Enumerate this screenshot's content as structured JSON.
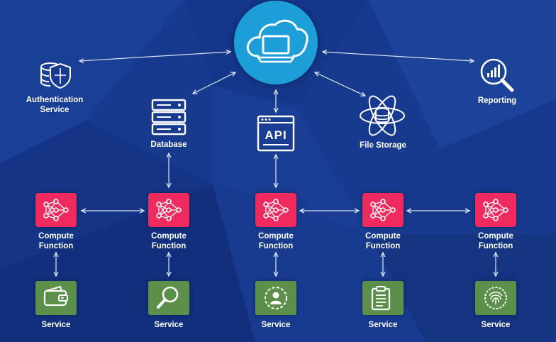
{
  "colors": {
    "background": "#173a8e",
    "cloud_circle": "#1e9ed9",
    "compute_box": "#ee2a5f",
    "service_box": "#5b8f4a",
    "connector": "#dfe6f2"
  },
  "top": {
    "cloud_icon": "cloud-laptop-icon"
  },
  "nodes": {
    "auth": {
      "label": "Authentication\nService",
      "icon": "shield-database-icon"
    },
    "database": {
      "label": "Database",
      "icon": "server-rack-icon"
    },
    "api": {
      "label": "API",
      "icon": "api-window-icon"
    },
    "file_storage": {
      "label": "File Storage",
      "icon": "atom-database-icon"
    },
    "reporting": {
      "label": "Reporting",
      "icon": "magnifier-chart-icon"
    }
  },
  "compute_functions": [
    {
      "label": "Compute\nFunction",
      "icon": "neural-network-icon"
    },
    {
      "label": "Compute\nFunction",
      "icon": "neural-network-icon"
    },
    {
      "label": "Compute\nFunction",
      "icon": "neural-network-icon"
    },
    {
      "label": "Compute\nFunction",
      "icon": "neural-network-icon"
    },
    {
      "label": "Compute\nFunction",
      "icon": "neural-network-icon"
    }
  ],
  "services": [
    {
      "label": "Service",
      "icon": "wallet-icon"
    },
    {
      "label": "Service",
      "icon": "magnifier-icon"
    },
    {
      "label": "Service",
      "icon": "person-gear-icon"
    },
    {
      "label": "Service",
      "icon": "clipboard-icon"
    },
    {
      "label": "Service",
      "icon": "fingerprint-chip-icon"
    }
  ]
}
